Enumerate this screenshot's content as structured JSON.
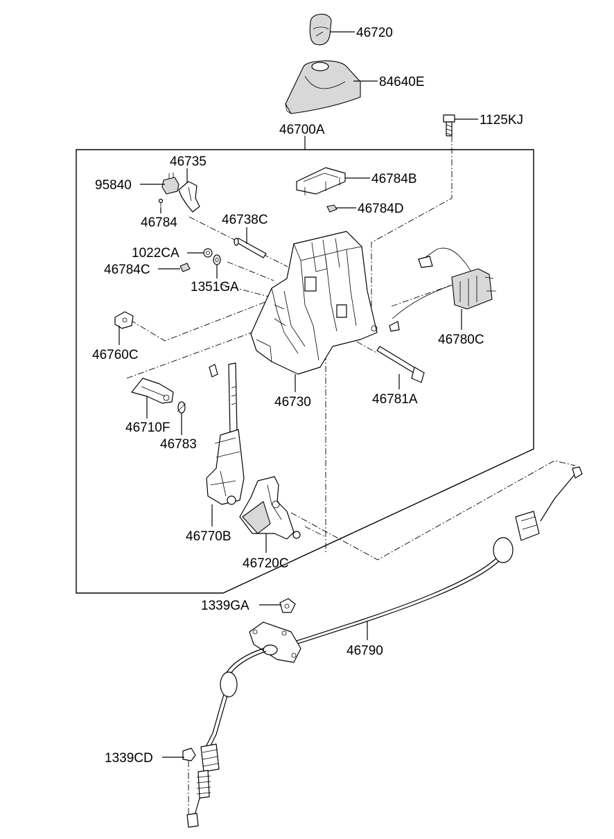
{
  "labels": {
    "p46720": "46720",
    "p84640E": "84640E",
    "p46700A": "46700A",
    "p1125KJ": "1125KJ",
    "p46735": "46735",
    "p95840": "95840",
    "p46784": "46784",
    "p46784B": "46784B",
    "p46784D": "46784D",
    "p46738C": "46738C",
    "p1022CA": "1022CA",
    "p46784C": "46784C",
    "p1351GA": "1351GA",
    "p46760C": "46760C",
    "p46780C": "46780C",
    "p46730": "46730",
    "p46781A": "46781A",
    "p46710F": "46710F",
    "p46783": "46783",
    "p46770B": "46770B",
    "p46720C": "46720C",
    "p1339GA": "1339GA",
    "p46790": "46790",
    "p1339CD": "1339CD"
  }
}
